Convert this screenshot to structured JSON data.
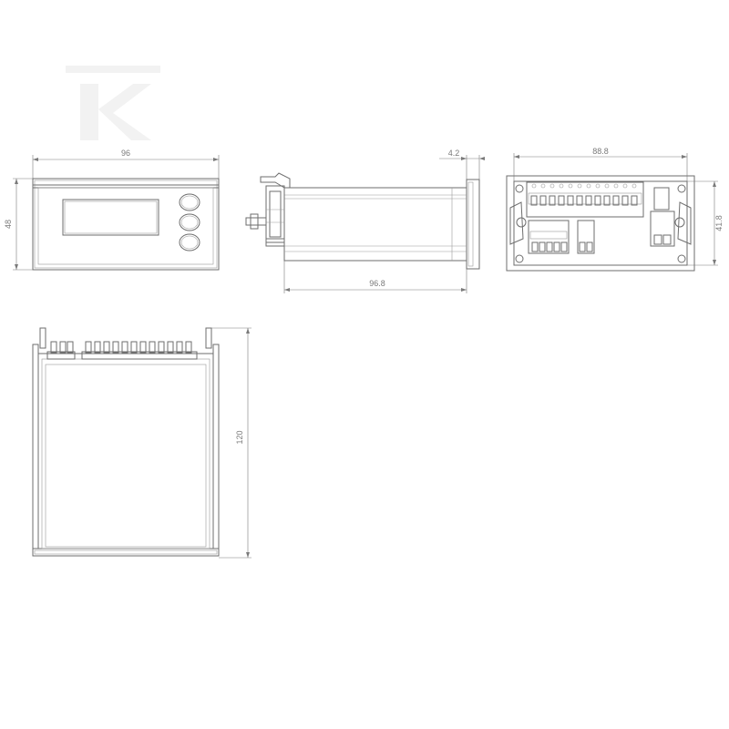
{
  "watermark": {
    "name": "K-logo-watermark"
  },
  "dimensions": {
    "front_width": "96",
    "front_height": "48",
    "bezel_depth": "4.2",
    "body_depth": "96.8",
    "rear_width": "88.8",
    "rear_height": "41.8",
    "top_depth": "120"
  },
  "colors": {
    "line": "#6e6e6e",
    "watermark": "#f1f1f1"
  }
}
